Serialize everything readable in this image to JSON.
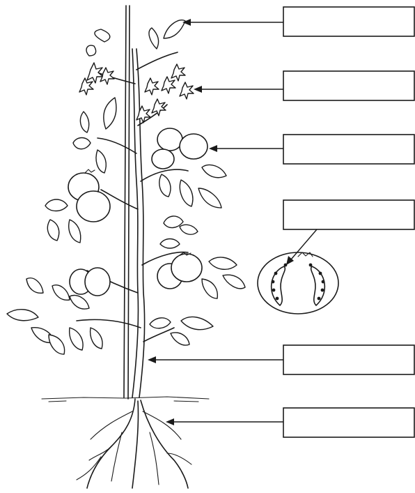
{
  "diagram": {
    "kind": "labeling-worksheet",
    "subject": "tomato plant",
    "labels": [
      {
        "id": "leaf",
        "text": ""
      },
      {
        "id": "flower",
        "text": ""
      },
      {
        "id": "fruit",
        "text": ""
      },
      {
        "id": "seed",
        "text": ""
      },
      {
        "id": "stem",
        "text": ""
      },
      {
        "id": "root",
        "text": ""
      }
    ],
    "colors": {
      "ink": "#1a1a1a",
      "paper": "#ffffff"
    }
  }
}
